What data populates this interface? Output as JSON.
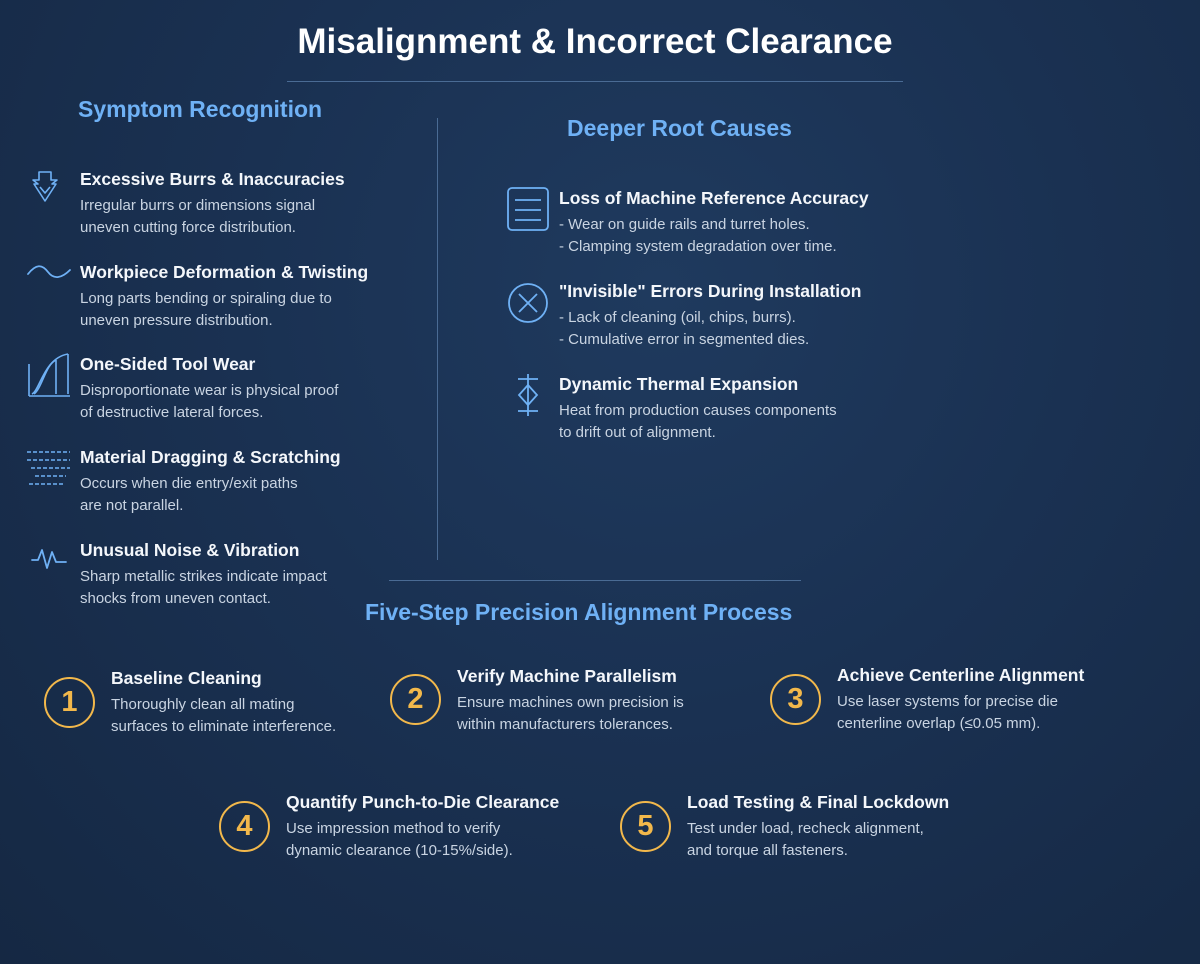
{
  "title": "Misalignment & Incorrect Clearance",
  "symptoms": {
    "heading": "Symptom Recognition",
    "items": [
      {
        "icon": "burr-arrow-icon",
        "title": "Excessive Burrs & Inaccuracies",
        "desc": "Irregular burrs or dimensions signal\nuneven cutting force distribution."
      },
      {
        "icon": "wave-icon",
        "title": "Workpiece Deformation & Twisting",
        "desc": "Long parts bending or spiraling due to\nuneven pressure distribution."
      },
      {
        "icon": "wear-curve-icon",
        "title": "One-Sided Tool Wear",
        "desc": "Disproportionate wear is physical proof\nof destructive lateral forces."
      },
      {
        "icon": "dashed-lines-icon",
        "title": "Material Dragging & Scratching",
        "desc": "Occurs when die entry/exit paths\nare not parallel."
      },
      {
        "icon": "vibration-icon",
        "title": "Unusual Noise & Vibration",
        "desc": "Sharp metallic strikes indicate impact\nshocks from uneven contact."
      }
    ]
  },
  "causes": {
    "heading": "Deeper Root Causes",
    "items": [
      {
        "icon": "document-icon",
        "title": "Loss of Machine Reference Accuracy",
        "desc": "- Wear on guide rails and turret holes.\n- Clamping system degradation over time."
      },
      {
        "icon": "x-circle-icon",
        "title": "\"Invisible\" Errors During Installation",
        "desc": "- Lack of cleaning (oil, chips, burrs).\n- Cumulative error in segmented dies."
      },
      {
        "icon": "thermal-icon",
        "title": "Dynamic Thermal Expansion",
        "desc": "Heat from production causes components\nto drift out of alignment."
      }
    ]
  },
  "process": {
    "heading": "Five-Step Precision Alignment Process",
    "steps": [
      {
        "num": "1",
        "title": "Baseline Cleaning",
        "desc": "Thoroughly clean all mating\nsurfaces to eliminate interference."
      },
      {
        "num": "2",
        "title": "Verify Machine Parallelism",
        "desc": "Ensure machines own precision is\nwithin manufacturers tolerances."
      },
      {
        "num": "3",
        "title": "Achieve Centerline Alignment",
        "desc": "Use laser systems for precise die\ncenterline overlap (≤0.05 mm)."
      },
      {
        "num": "4",
        "title": "Quantify Punch-to-Die Clearance",
        "desc": "Use impression method to verify\ndynamic clearance (10-15%/side)."
      },
      {
        "num": "5",
        "title": "Load Testing & Final Lockdown",
        "desc": "Test under load, recheck alignment,\nand torque all fasteners."
      }
    ]
  },
  "colors": {
    "accent": "#6fb1f5",
    "step": "#f2b84b",
    "background": "#1a3152"
  }
}
